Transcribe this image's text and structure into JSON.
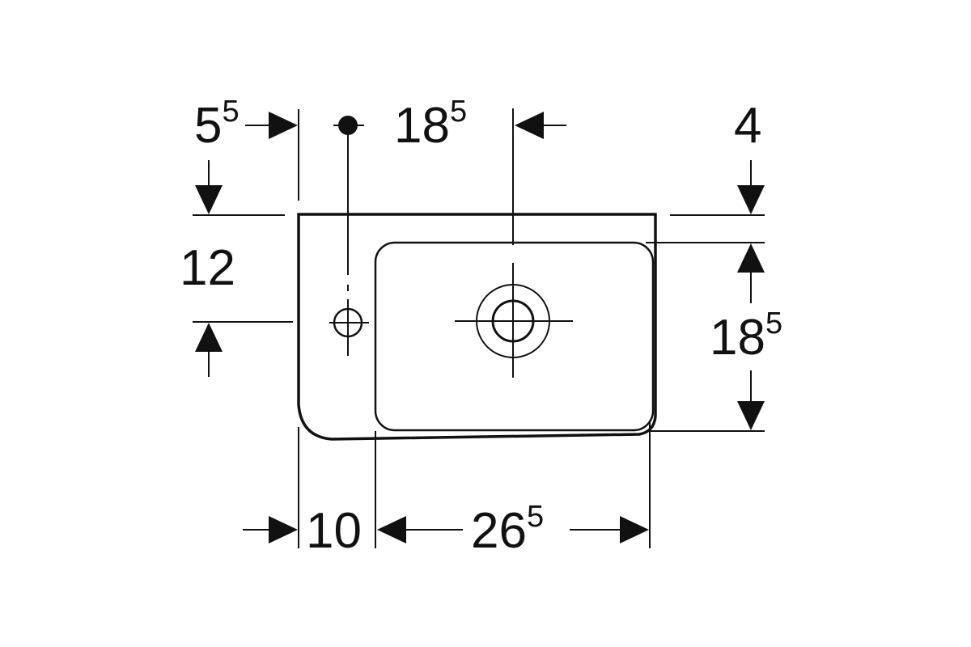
{
  "dimensions": {
    "left_offset": {
      "main": "5",
      "sup": "5"
    },
    "drain_offset": {
      "main": "18",
      "sup": "5"
    },
    "rim_thickness": {
      "main": "4",
      "sup": ""
    },
    "tap_hole_height": {
      "main": "12",
      "sup": ""
    },
    "bowl_depth": {
      "main": "18",
      "sup": "5"
    },
    "ledge_width": {
      "main": "10",
      "sup": ""
    },
    "bowl_width": {
      "main": "26",
      "sup": "5"
    }
  },
  "colors": {
    "line": "#111111",
    "background": "#ffffff"
  },
  "icons": {
    "tap_marker": "filled-circle",
    "arrow": "filled-triangle-arrowhead"
  }
}
